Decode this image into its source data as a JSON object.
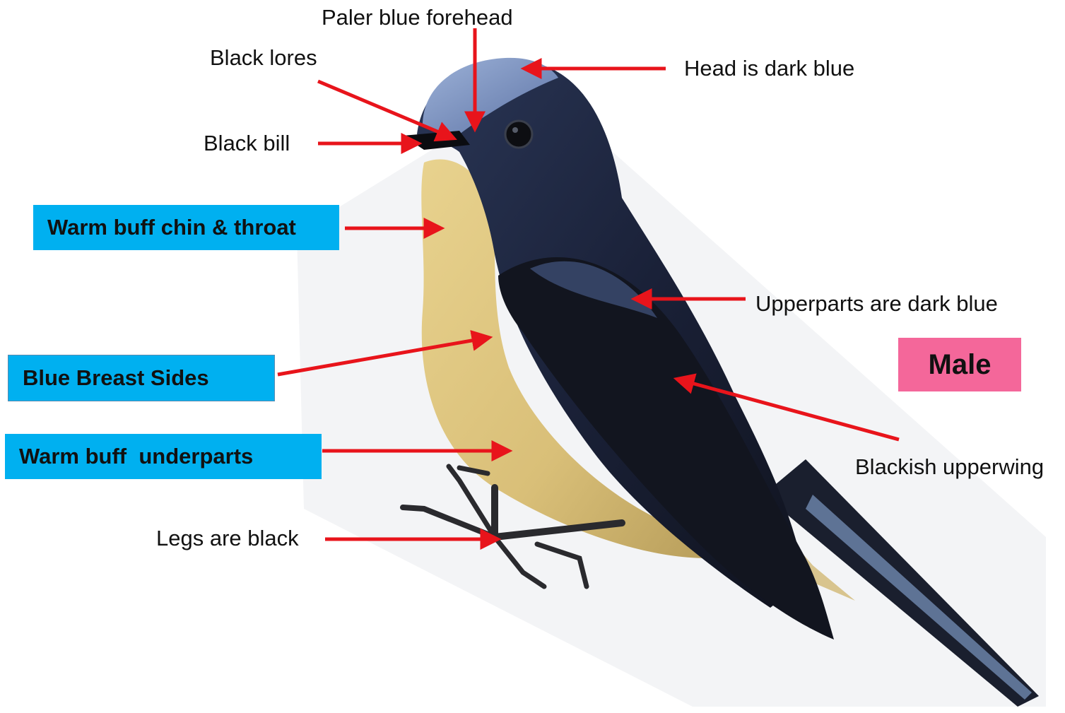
{
  "labels": {
    "forehead": "Paler blue forehead",
    "lores": "Black lores",
    "head": "Head is dark blue",
    "bill": "Black bill",
    "chin_throat": "Warm buff chin & throat",
    "upperparts": "Upperparts are dark blue",
    "breast_sides": "Blue Breast Sides",
    "sex": "Male",
    "underparts": "Warm buff  underparts",
    "upperwing": "Blackish upperwing",
    "legs": "Legs are  black"
  },
  "colors": {
    "arrow": "#e8141b",
    "highlight_box": "#00b0f0",
    "sex_badge": "#f4679a",
    "bird_body": "#15192a",
    "bird_head": "#7e94c2",
    "bird_underparts": "#dcc47e"
  }
}
